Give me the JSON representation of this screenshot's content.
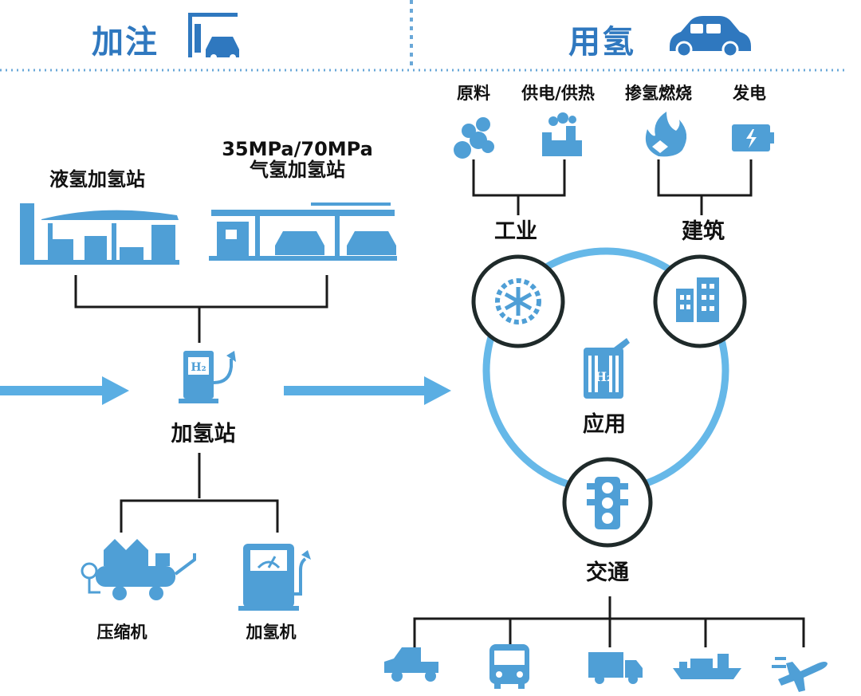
{
  "header": {
    "left_title": "加注",
    "right_title": "用氢"
  },
  "stations": {
    "liquid": "液氢加氢站",
    "gas_line1": "35MPa/70MPa",
    "gas_line2": "气氢加氢站",
    "hub": "加氢站"
  },
  "equipment": {
    "compressor": "压缩机",
    "dispenser": "加氢机"
  },
  "usage": {
    "raw_material": "原料",
    "power_heat": "供电/供热",
    "blended_combustion": "掺氢燃烧",
    "power_generation": "发电",
    "industry": "工业",
    "building": "建筑",
    "application": "应用",
    "transport": "交通"
  },
  "icons": {
    "fill_station": "fuel-pump-car-icon",
    "car": "car-icon",
    "h2_pump": "h2-fuel-pump-icon",
    "raw": "pipes-icon",
    "factory": "factory-icon",
    "flame": "flame-icon",
    "battery": "generator-icon",
    "snowflake": "snowflake-gear-icon",
    "buildings": "buildings-icon",
    "h2_tank": "h2-tank-icon",
    "traffic_light": "traffic-light-icon",
    "pickup": "pickup-truck-icon",
    "bus": "bus-icon",
    "truck": "box-truck-icon",
    "ship": "ship-icon",
    "plane": "airplane-icon"
  },
  "colors": {
    "accent": "#2f78bf",
    "icon_blue": "#4f9fd6",
    "ring": "#66b8e8",
    "dark": "#1f2a2a"
  }
}
